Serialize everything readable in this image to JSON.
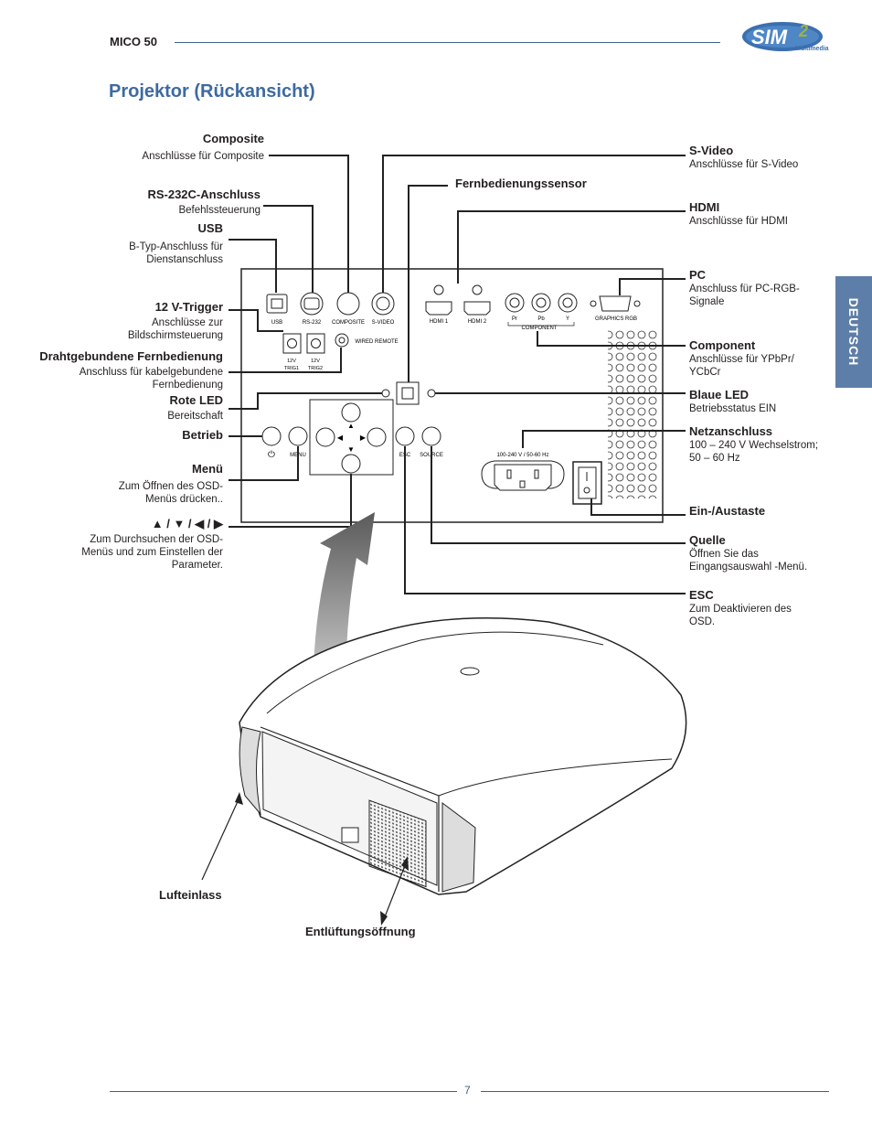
{
  "header": {
    "model": "MICO 50",
    "brand": "SIM2",
    "brand_sub": "Multimedia"
  },
  "title": "Projektor (Rückansicht)",
  "side_tab": "DEUTSCH",
  "left_callouts": [
    {
      "key": "composite",
      "label": "Composite",
      "desc": "Anschlüsse für Composite"
    },
    {
      "key": "rs232",
      "label": "RS-232C-Anschluss",
      "desc": "Befehlssteuerung"
    },
    {
      "key": "usb",
      "label": "USB",
      "desc": "B-Typ-Anschluss für Dienstanschluss"
    },
    {
      "key": "trigger",
      "label": "12 V-Trigger",
      "desc": "Anschlüsse zur Bildschirmsteuerung"
    },
    {
      "key": "wired",
      "label": "Drahtgebundene Fernbedienung",
      "desc": "Anschluss für kabelgebundene Fernbedienung"
    },
    {
      "key": "redled",
      "label": "Rote LED",
      "desc": "Bereitschaft"
    },
    {
      "key": "betrieb",
      "label": "Betrieb",
      "desc": ""
    },
    {
      "key": "menu",
      "label": "Menü",
      "desc": "Zum Öffnen des OSD-Menüs drücken.."
    },
    {
      "key": "arrows",
      "label": "▲ / ▼ / ◀ / ▶",
      "desc": "Zum Durchsuchen der OSD-Menüs und zum Einstellen der Parameter."
    }
  ],
  "right_callouts": [
    {
      "key": "svideo",
      "label": "S-Video",
      "desc": "Anschlüsse für S-Video"
    },
    {
      "key": "sensor",
      "label": "Fernbedienungssensor",
      "desc": ""
    },
    {
      "key": "hdmi",
      "label": "HDMI",
      "desc": "Anschlüsse für HDMI"
    },
    {
      "key": "pc",
      "label": "PC",
      "desc": "Anschluss für PC-RGB-Signale"
    },
    {
      "key": "component",
      "label": "Component",
      "desc": "Anschlüsse für YPbPr/ YCbCr"
    },
    {
      "key": "blueled",
      "label": "Blaue LED",
      "desc": "Betriebsstatus EIN"
    },
    {
      "key": "power",
      "label": "Netzanschluss",
      "desc": "100 – 240 V Wechselstrom; 50 – 60 Hz"
    },
    {
      "key": "switch",
      "label": "Ein-/Austaste",
      "desc": ""
    },
    {
      "key": "source",
      "label": "Quelle",
      "desc": "Öffnen Sie das Eingangsauswahl -Menü."
    },
    {
      "key": "esc",
      "label": "ESC",
      "desc": "Zum Deaktivieren des OSD."
    }
  ],
  "bottom_callouts": [
    {
      "key": "intake",
      "label": "Lufteinlass"
    },
    {
      "key": "vent",
      "label": "Entlüftungsöffnung"
    }
  ],
  "panel_labels": {
    "usb": "USB",
    "rs232": "RS-232",
    "composite": "COMPOSITE",
    "svideo": "S-VIDEO",
    "trig1": "12V TRIG1",
    "trig2": "12V TRIG2",
    "wired": "WIRED REMOTE",
    "hdmi1": "HDMI 1",
    "hdmi2": "HDMI 2",
    "pr": "Pr",
    "pb": "Pb",
    "y": "Y",
    "component": "COMPONENT",
    "graphics": "GRAPHICS RGB",
    "voltage": "100-240 V / 50-60 Hz",
    "menu": "MENU",
    "esc": "ESC",
    "source": "SOURCE"
  },
  "colors": {
    "accent": "#3e6aa1",
    "tab": "#5d7ea8"
  },
  "page_number": "7"
}
